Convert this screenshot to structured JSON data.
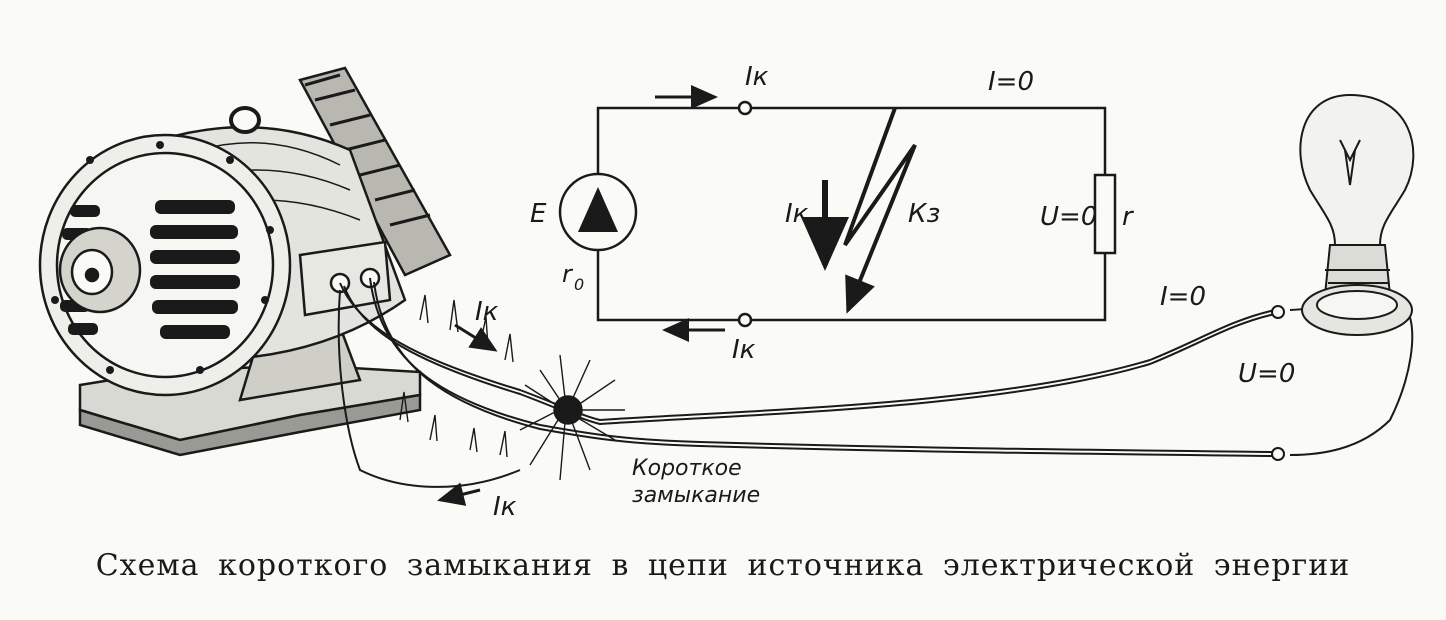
{
  "circuit": {
    "source_label": "E",
    "internal_resistance_label": "r",
    "internal_resistance_sub": "0",
    "current_top": "Iк",
    "current_bottom": "Iк",
    "current_short": "Iк",
    "short_label": "Кз",
    "load_current": "I=0",
    "load_voltage": "U=0",
    "load_label": "r"
  },
  "picture": {
    "wire_current_1": "Iк",
    "wire_current_2": "Iк",
    "lamp_current": "I=0",
    "lamp_voltage": "U=0",
    "short_label_line1": "Короткое",
    "short_label_line2": "замыкание"
  },
  "caption": "Схема короткого замыкания в цепи источника электрической энергии",
  "colors": {
    "ink": "#1a1a1a",
    "paper": "#fafaf7"
  }
}
